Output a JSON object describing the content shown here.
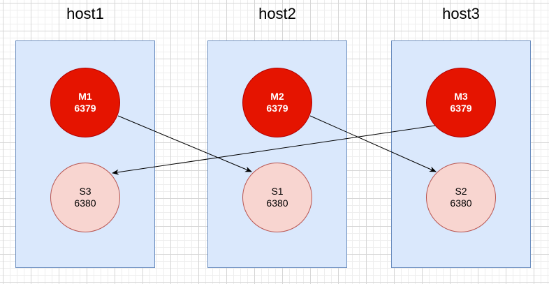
{
  "hosts": [
    {
      "title": "host1"
    },
    {
      "title": "host2"
    },
    {
      "title": "host3"
    }
  ],
  "nodes": {
    "m1": {
      "name": "M1",
      "port": "6379"
    },
    "m2": {
      "name": "M2",
      "port": "6379"
    },
    "m3": {
      "name": "M3",
      "port": "6379"
    },
    "s1": {
      "name": "S1",
      "port": "6380"
    },
    "s2": {
      "name": "S2",
      "port": "6380"
    },
    "s3": {
      "name": "S3",
      "port": "6380"
    }
  },
  "edges": [
    {
      "from": "M1",
      "to": "S1"
    },
    {
      "from": "M2",
      "to": "S2"
    },
    {
      "from": "M3",
      "to": "S3"
    }
  ],
  "colors": {
    "host_fill": "#dae8fc",
    "host_stroke": "#6c8ebf",
    "master_fill": "#e51400",
    "slave_fill": "#f8d5d0"
  }
}
